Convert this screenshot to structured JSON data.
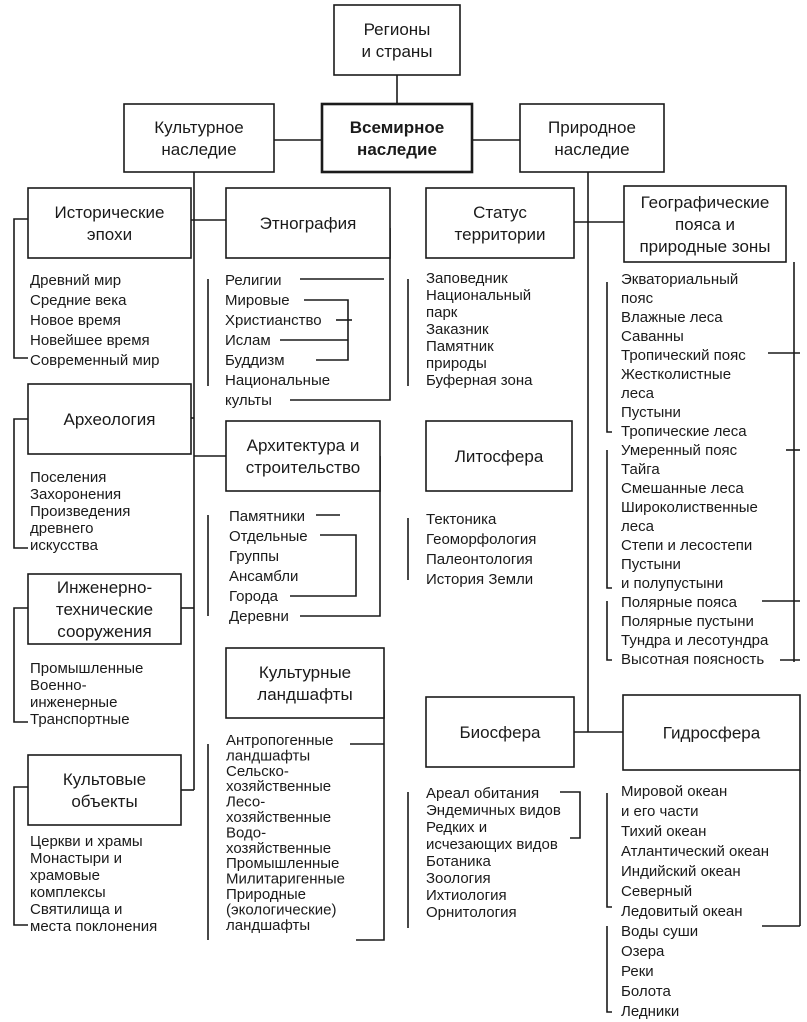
{
  "boxes": {
    "root": [
      "Регионы",
      "и страны"
    ],
    "world": [
      "Всемирное",
      "наследие"
    ],
    "cultural": [
      "Культурное",
      "наследие"
    ],
    "natural": [
      "Природное",
      "наследие"
    ],
    "historical": [
      "Исторические",
      "эпохи"
    ],
    "ethnography": [
      "Этнография"
    ],
    "archaeology": [
      "Археология"
    ],
    "architecture": [
      "Архитектура и",
      "строительство"
    ],
    "engineering": [
      "Инженерно-",
      "технические",
      "сооружения"
    ],
    "landscapes": [
      "Культурные",
      "ландшафты"
    ],
    "cult": [
      "Культовые",
      "объекты"
    ],
    "status": [
      "Статус",
      "территории"
    ],
    "geozones": [
      "Географические",
      "пояса и",
      "природные зоны"
    ],
    "lithosphere": [
      "Литосфера"
    ],
    "biosphere": [
      "Биосфера"
    ],
    "hydrosphere": [
      "Гидросфера"
    ]
  },
  "lists": {
    "historical": [
      "Древний мир",
      "Средние века",
      "Новое время",
      "Новейшее время",
      "Современный мир"
    ],
    "ethnography": [
      "Религии",
      "Мировые",
      "Христианство",
      "Ислам",
      "Буддизм",
      "Национальные",
      "культы"
    ],
    "archaeology": [
      "Поселения",
      "Захоронения",
      "Произведения",
      "древнего",
      "искусства"
    ],
    "architecture": [
      "Памятники",
      "Отдельные",
      "Группы",
      "Ансамбли",
      "Города",
      "Деревни"
    ],
    "engineering": [
      "Промышленные",
      "Военно-",
      "инженерные",
      "Транспортные"
    ],
    "landscapes": [
      "Антропогенные",
      "ландшафты",
      "Сельско-",
      "хозяйственные",
      "Лесо-",
      "хозяйственные",
      "Водо-",
      "хозяйственные",
      "Промышленные",
      "Милитаригенные",
      "Природные",
      "(экологические)",
      "ландшафты"
    ],
    "cult": [
      "Церкви и храмы",
      "Монастыри и",
      "храмовые",
      "комплексы",
      "Святилища и",
      "места поклонения"
    ],
    "status": [
      "Заповедник",
      "Национальный",
      "парк",
      "Заказник",
      "Памятник",
      "природы",
      "Буферная зона"
    ],
    "lithosphere": [
      "Тектоника",
      "Геоморфология",
      "Палеонтология",
      "История Земли"
    ],
    "biosphere": [
      "Ареал обитания",
      "Эндемичных видов",
      "Редких и",
      "исчезающих видов",
      "Ботаника",
      "Зоология",
      "Ихтиология",
      "Орнитология"
    ],
    "geozones": [
      "Экваториальный",
      "пояс",
      "Влажные леса",
      "Саванны",
      "Тропический пояс",
      "Жестколистные",
      "леса",
      "Пустыни",
      "Тропические леса",
      "Умеренный пояс",
      "Тайга",
      "Смешанные леса",
      "Широколиственные",
      "леса",
      "Степи и лесостепи",
      "Пустыни",
      "и полупустыни",
      "Полярные пояса",
      "Полярные пустыни",
      "Тундра и лесотундра",
      "Высотная поясность"
    ],
    "hydrosphere": [
      "Мировой океан",
      "и его части",
      "Тихий океан",
      "Атлантический океан",
      "Индийский океан",
      "Северный",
      "Ледовитый океан",
      "Воды суши",
      "Озера",
      "Реки",
      "Болота",
      "Ледники"
    ]
  }
}
